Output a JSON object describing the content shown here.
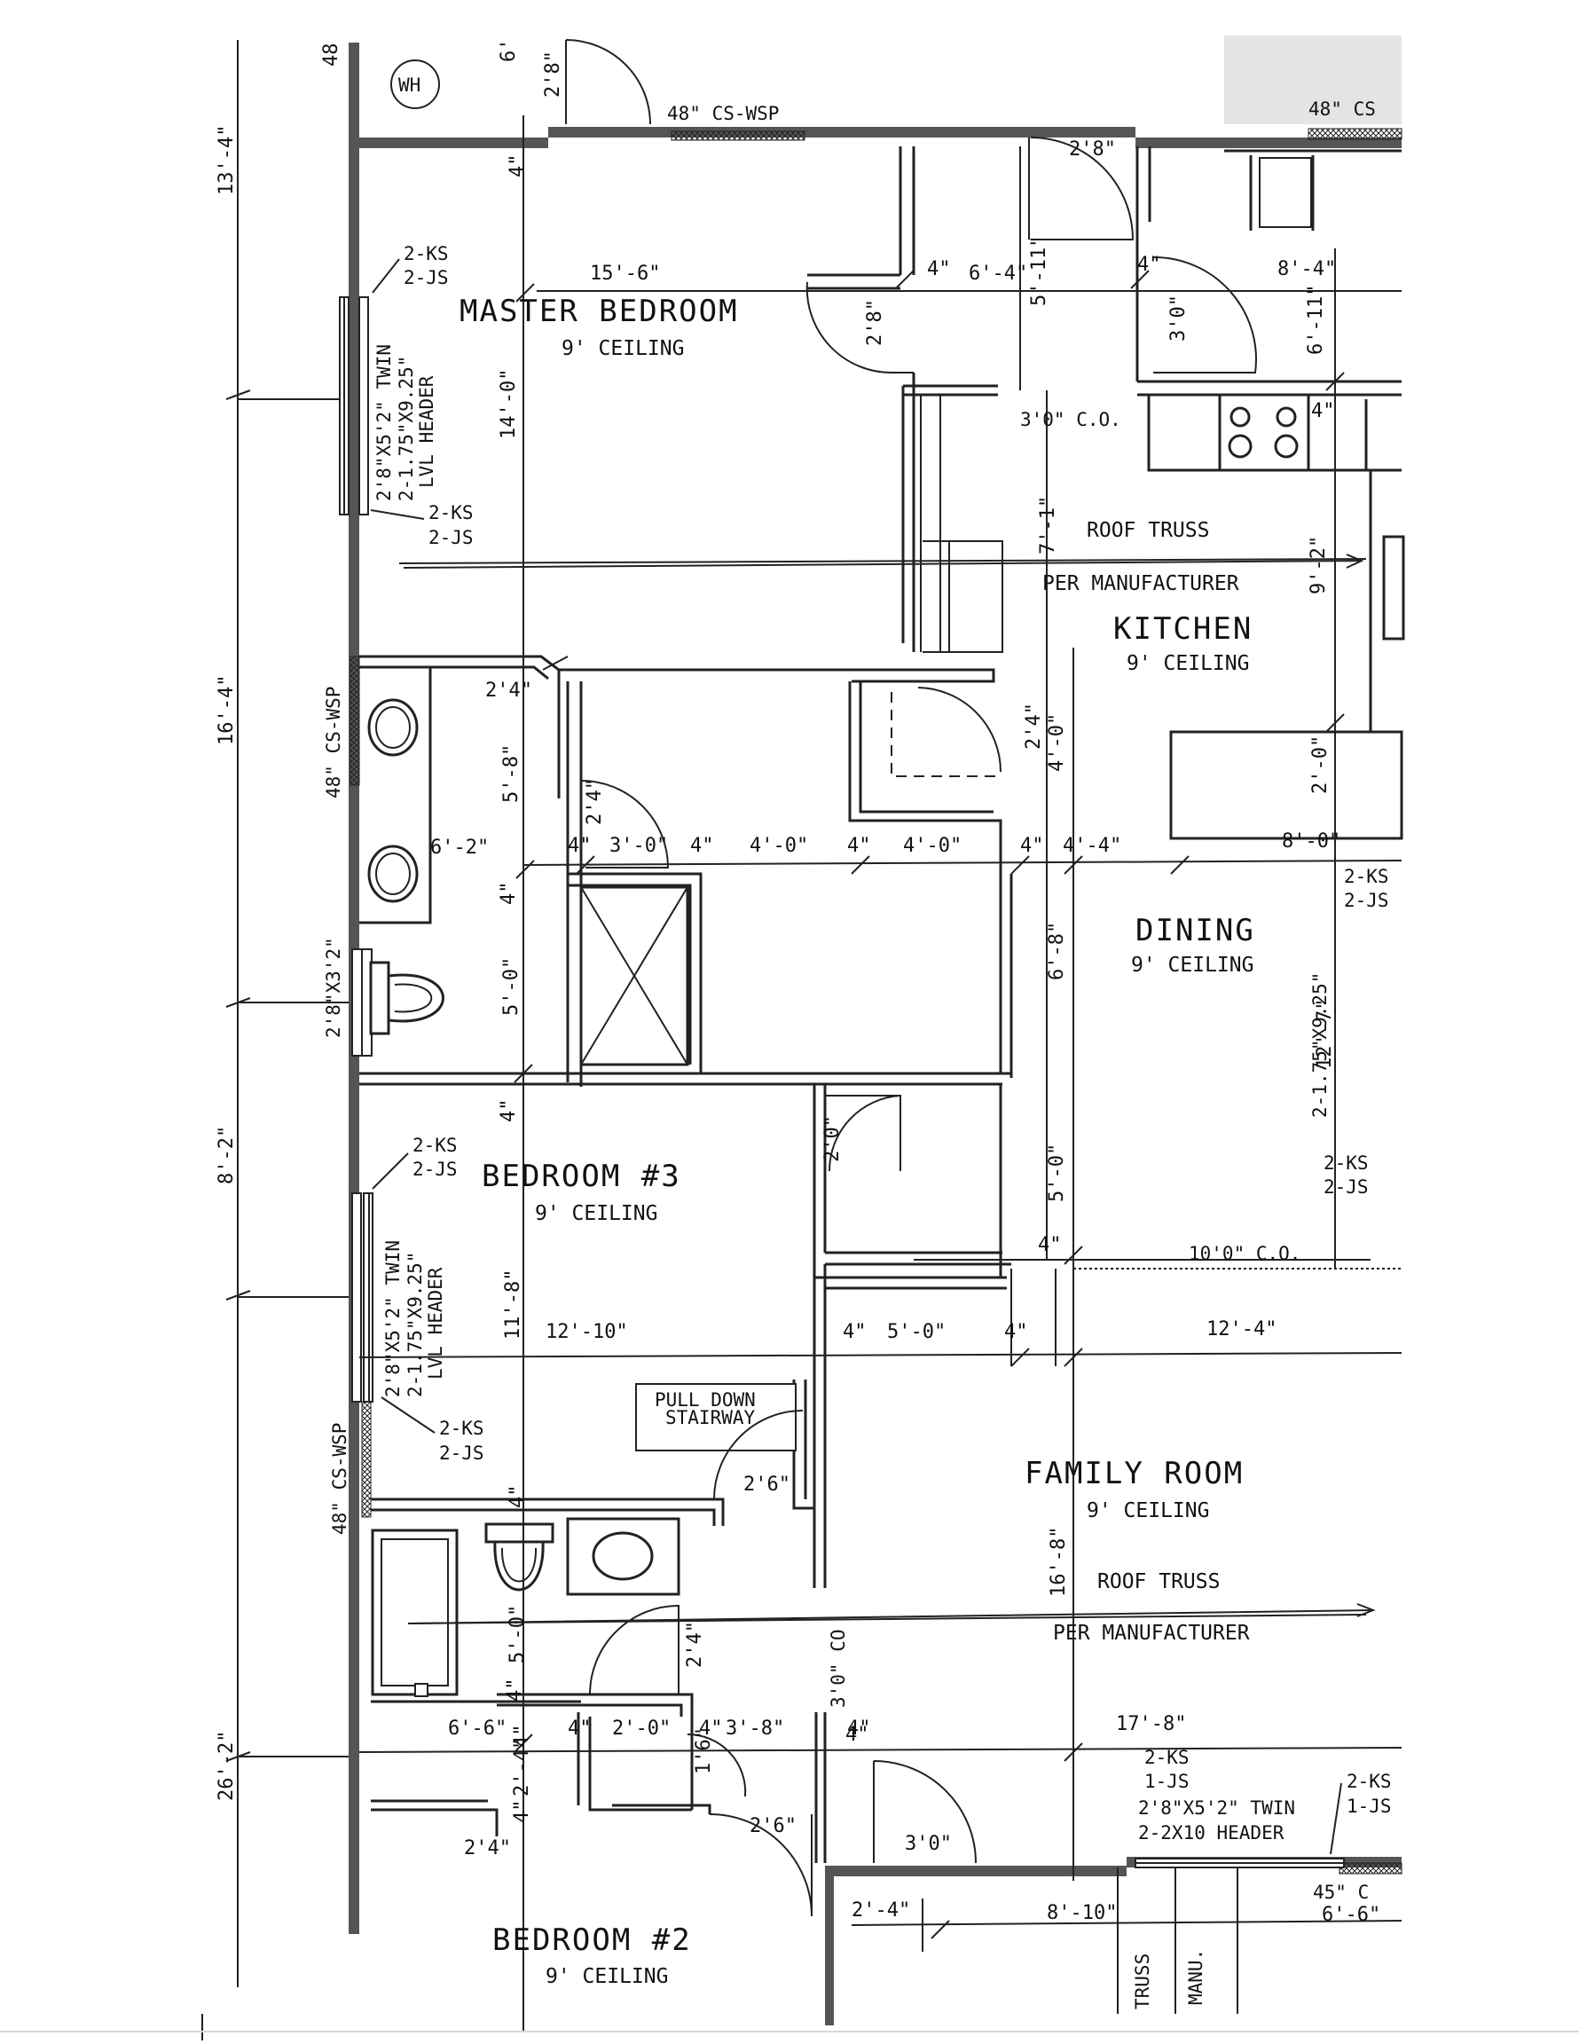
{
  "rooms": {
    "master": "MASTER BEDROOM",
    "kitchen": "KITCHEN",
    "dining": "DINING",
    "bedroom3": "BEDROOM #3",
    "family": "FAMILY ROOM",
    "bedroom2": "BEDROOM #2"
  },
  "ceiling": "9' CEILING",
  "notes": {
    "roof_truss": "ROOF TRUSS",
    "per_manufacturer": "PER MANUFACTURER",
    "pull_down_1": "PULL DOWN",
    "pull_down_2": "STAIRWAY",
    "wh": "WH",
    "ks2": "2-KS",
    "js2": "2-JS",
    "js1": "1-JS",
    "twin": "2'8\"X5'2\" TWIN",
    "lvl": "2-1.75\"X9.25\"",
    "lvl_header": "LVL HEADER",
    "header_2x10": "2-2X10 HEADER",
    "cs_wsp": "48\" CS-WSP",
    "cs_right": "48\" CS",
    "co_3": "3'0\" C.O.",
    "co_10": "10'0\" C.O.",
    "co_cd": "3'0\" CO",
    "door_small": "2'8\"X3'2\"",
    "truss": "TRUSS",
    "manu": "MANU.",
    "c45": "45\" C",
    "ks_right": "2-KS",
    "js_right": "2-JS"
  },
  "left_dims": [
    "13'-4\"",
    "16'-4\"",
    "8'-2\"",
    "26'-2\""
  ],
  "dims": {
    "d48": "48",
    "d6": "6'",
    "d2_8": "2'8\"",
    "d2_8b": "2'8\"",
    "d4a": "4\"",
    "d15_6": "15'-6\"",
    "d4b": "4\"",
    "d6_4": "6'-4\"",
    "d5_11": "5'-11\"",
    "d4c": "4\"",
    "d8_4": "8'-4\"",
    "d2_8c": "2'8\"",
    "d3_0": "3'0\"",
    "d6_11": "6'-11\"",
    "d14_0": "14'-0\"",
    "d4d": "4\"",
    "d7_1": "7'-1\"",
    "d9_2": "9'-2\"",
    "d2_4": "2'4\"",
    "d4e": "4\"",
    "d2_4b": "2'4\"",
    "d4_0": "4'-0\"",
    "d5_8": "5'-8\"",
    "d2_4c": "2'4\"",
    "d2_0": "2'-0\"",
    "d6_2": "6'-2\"",
    "d4f": "4\"",
    "d3_0b": "3'-0\"",
    "d4g": "4\"",
    "d4_0b": "4'-0\"",
    "d4h": "4\"",
    "d4_0c": "4'-0\"",
    "d4i": "4\"",
    "d4_4": "4'-4\"",
    "d8_0": "8'-0\"",
    "d4j": "4\"",
    "d5_0": "5'-0\"",
    "d6_8": "6'-8\"",
    "d12_7": "12'-7\"",
    "d4k": "4\"",
    "d2_0b": "2'0\"",
    "d5_0b": "5'-0\"",
    "d4l": "4\"",
    "d11_8": "11'-8\"",
    "d12_10": "12'-10\"",
    "d4m": "4\"",
    "d5_0c": "5'-0\"",
    "d4n": "4\"",
    "d12_4": "12'-4\"",
    "d2_6": "2'6\"",
    "d16_8": "16'-8\"",
    "d4o": "4\"",
    "d2_4d": "2'4\"",
    "d4p": "4\"",
    "d5_0d": "5'-0\"",
    "d6_6": "6'-6\"",
    "d4q": "4\"",
    "d4r": "4\"",
    "d2_0c": "2'-0\"",
    "d4s": "4\"",
    "d3_8": "3'-8\"",
    "d1_6": "1'6\"",
    "d4t": "4\"",
    "d17_8": "17'-8\"",
    "d2_4e": "2'4\"",
    "d4u": "4\"",
    "d2_4f": "2'-4\"",
    "d2_6b": "2'6\"",
    "d3_0c": "3'0\"",
    "d2_4g": "2'-4\"",
    "d8_10": "8'-10\"",
    "d6_6b": "6'-6\"",
    "d4v": "4\""
  },
  "colors": {
    "wall": "#555555",
    "ink": "#111111",
    "paper": "#ffffff"
  }
}
